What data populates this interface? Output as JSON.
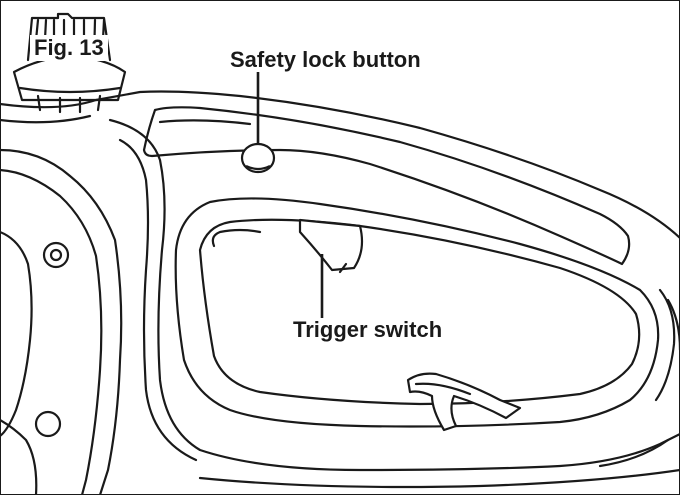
{
  "figure": {
    "label": "Fig. 13"
  },
  "callouts": {
    "safety_lock": "Safety lock button",
    "trigger": "Trigger switch"
  },
  "colors": {
    "line": "#1a1a1a",
    "background": "#ffffff"
  }
}
